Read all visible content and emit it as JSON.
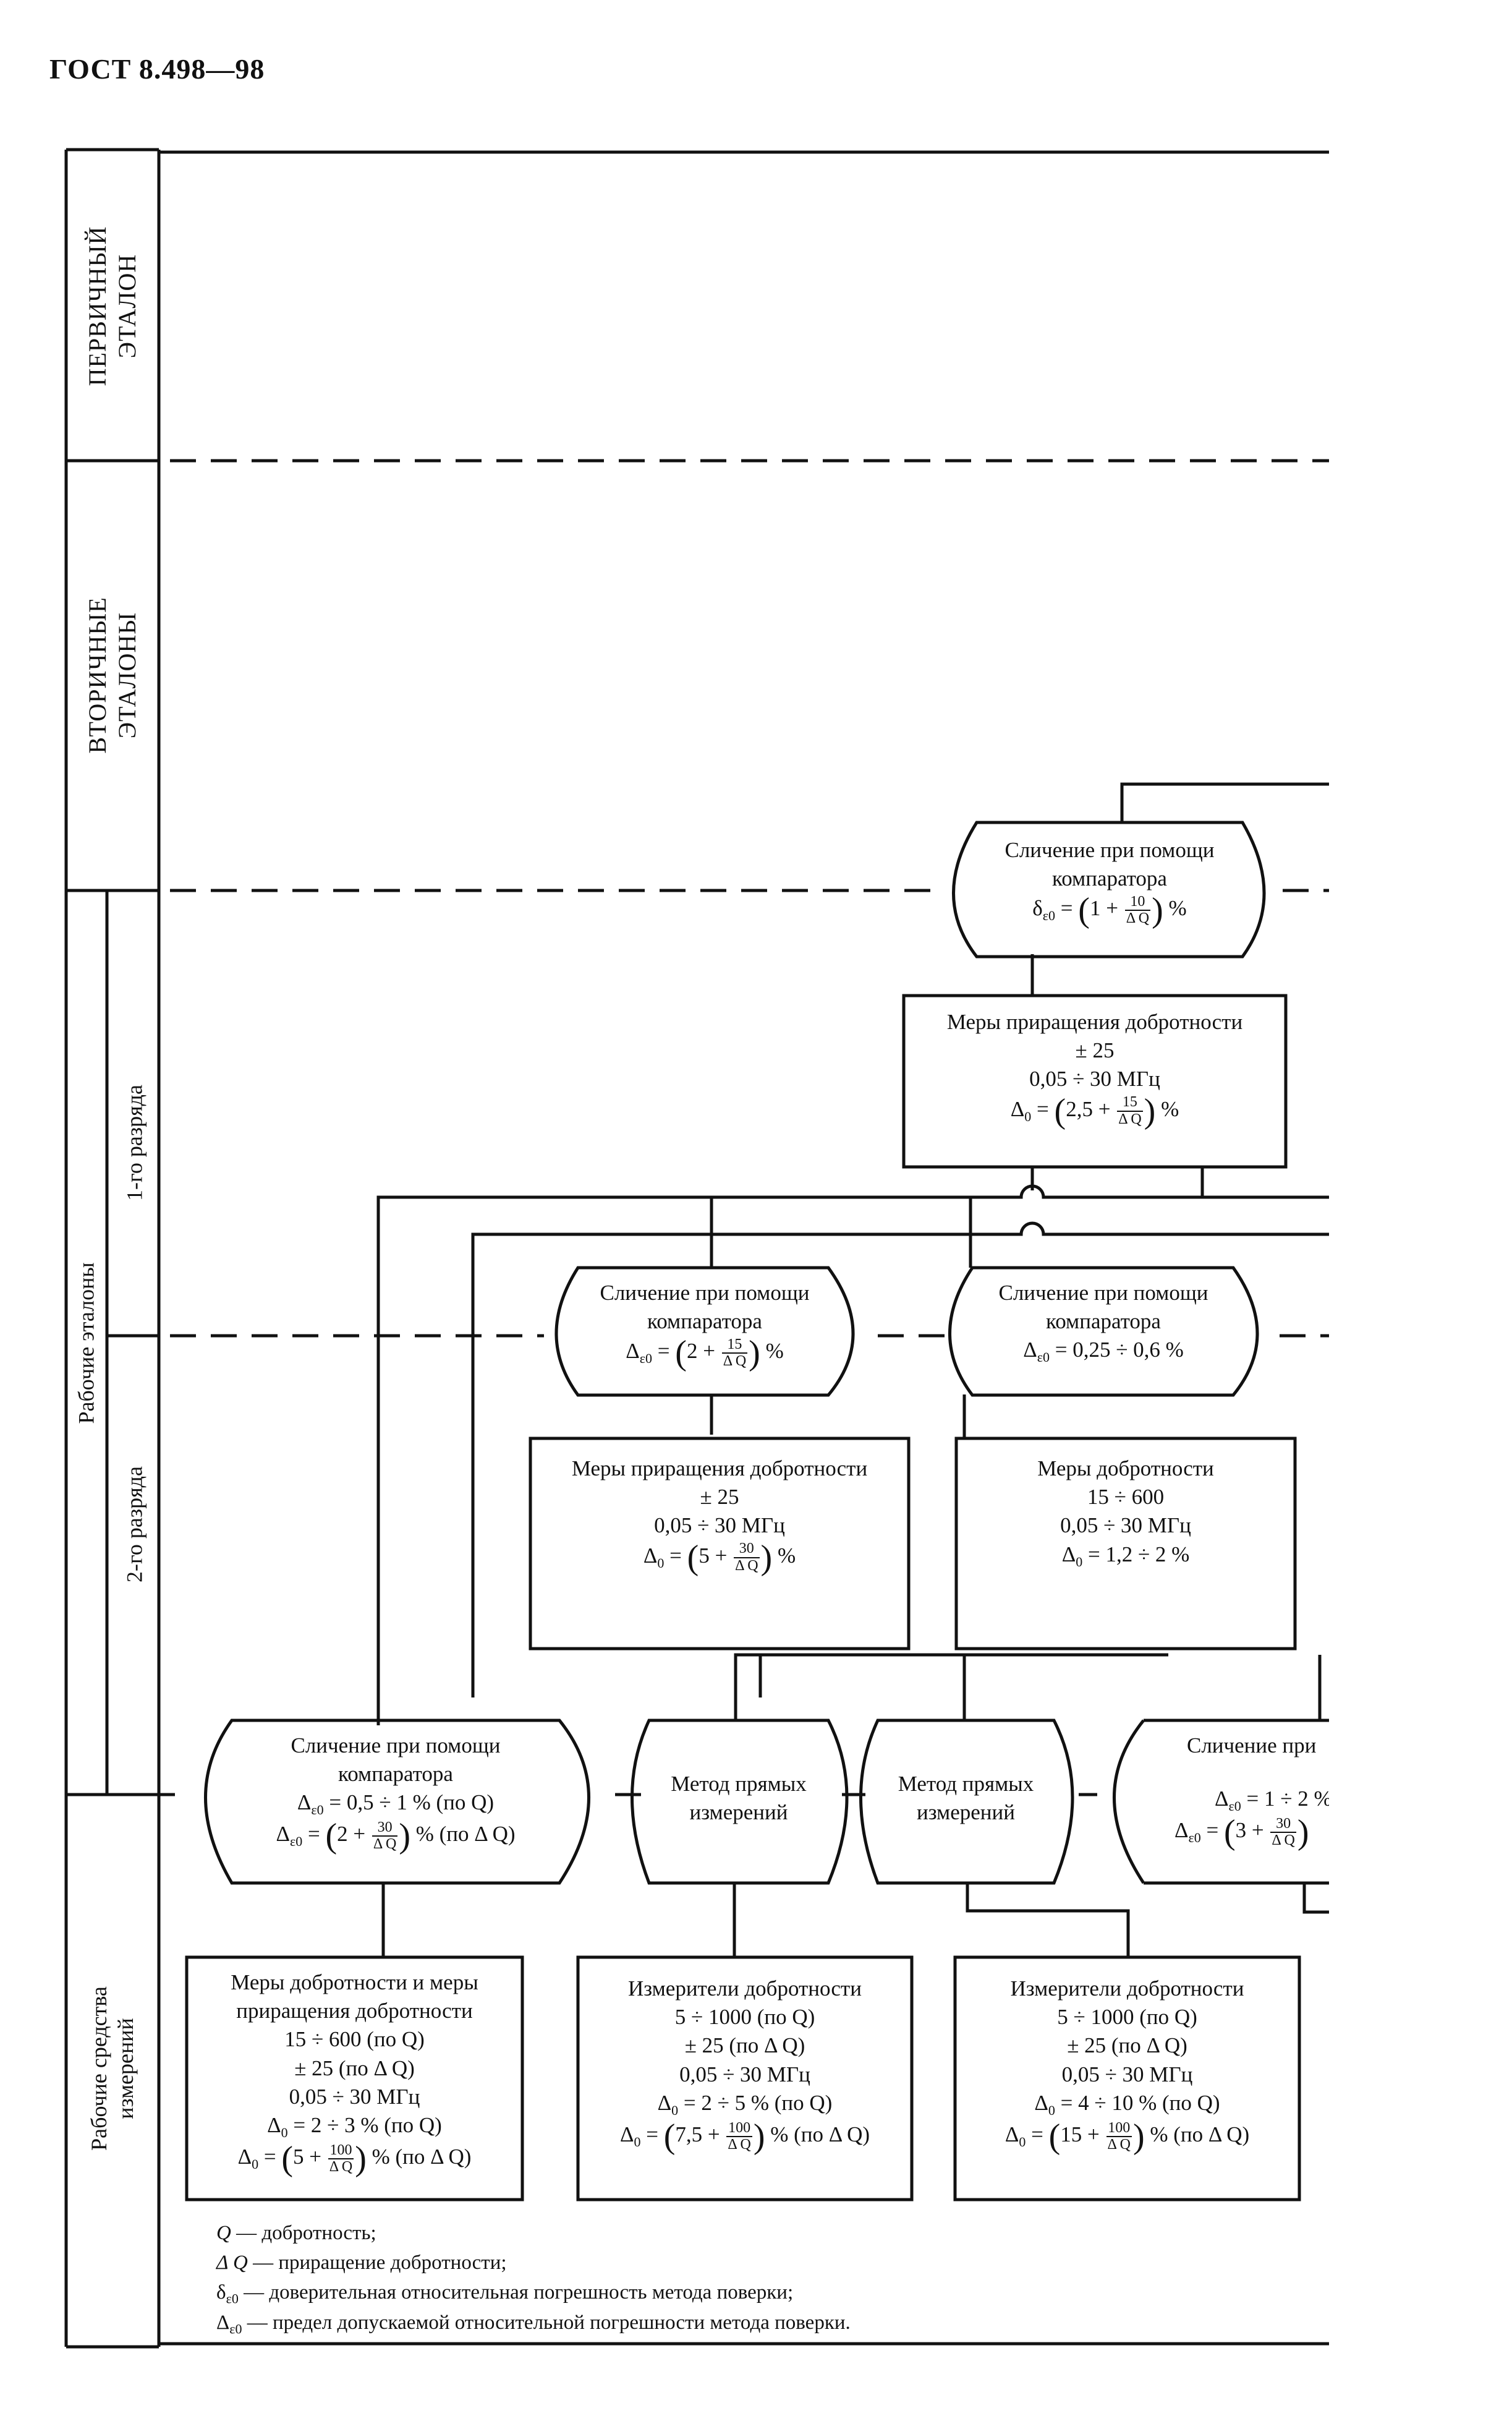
{
  "document": {
    "title": "ГОСТ 8.498—98"
  },
  "levels": {
    "primary": {
      "line1": "ПЕРВИЧНЫЙ",
      "line2": "ЭТАЛОН"
    },
    "secondary": {
      "line1": "ВТОРИЧНЫЕ",
      "line2": "ЭТАЛОНЫ"
    },
    "working_standards": {
      "label": "Рабочие эталоны",
      "rank1": "1-го разряда",
      "rank2": "2-го разряда"
    },
    "working_instruments": {
      "line1": "Рабочие средства",
      "line2": "измерений"
    }
  },
  "boxes": {
    "comp_top": {
      "line1": "Сличение при помощи",
      "line2": "компаратора",
      "formula_lead": "δ",
      "formula_sub": "ε",
      "formula_sub2": "0",
      "formula_pre": " = ",
      "formula_in": "1 + ",
      "num": "10",
      "den": "Δ Q",
      "unit": " %"
    },
    "meas_inc_1": {
      "line1": "Меры приращения добротности",
      "line2": "± 25",
      "line3": "0,05 ÷ 30 МГц",
      "formula_lead": "Δ",
      "formula_sub": "0",
      "formula_pre": " = ",
      "formula_in": "2,5 + ",
      "num": "15",
      "den": "Δ Q",
      "unit": " %"
    },
    "comp_a": {
      "line1": "Сличение при помощи",
      "line2": "компаратора",
      "formula_lead": "Δ",
      "formula_sub": "ε",
      "formula_sub2": "0",
      "formula_pre": " = ",
      "formula_in": "2 + ",
      "num": "15",
      "den": "Δ Q",
      "unit": " %"
    },
    "comp_b": {
      "line1": "Сличение при помощи",
      "line2": "компаратора",
      "formula_lead": "Δ",
      "formula_sub": "ε",
      "formula_sub2": "0",
      "formula_text": " = 0,25 ÷ 0,6 %"
    },
    "meas_inc_2": {
      "line1": "Меры приращения добротности",
      "line2": "± 25",
      "line3": "0,05 ÷ 30 МГц",
      "formula_lead": "Δ",
      "formula_sub": "0",
      "formula_pre": " = ",
      "formula_in": "5 + ",
      "num": "30",
      "den": "Δ Q",
      "unit": " %"
    },
    "meas_q_2": {
      "line1": "Меры добротности",
      "line2": "15 ÷ 600",
      "line3": "0,05 ÷ 30 МГц",
      "formula_lead": "Δ",
      "formula_sub": "0",
      "formula_text": " = 1,2 ÷ 2 %"
    },
    "comp_c": {
      "line1": "Сличение при помощи",
      "line2": "компаратора",
      "f1_lead": "Δ",
      "f1_sub": "ε",
      "f1_sub2": "0",
      "f1_text": " = 0,5 ÷ 1 % (по Q)",
      "f2_lead": "Δ",
      "f2_sub": "ε",
      "f2_sub2": "0",
      "f2_pre": " = ",
      "f2_in": "2 + ",
      "f2_num": "30",
      "f2_den": "Δ Q",
      "f2_unit": " % (по Δ Q)"
    },
    "direct_1": {
      "line1": "Метод прямых",
      "line2": "измерений"
    },
    "direct_2": {
      "line1": "Метод прямых",
      "line2": "измерений"
    },
    "comp_d": {
      "line1": "Сличение при",
      "f1_lead": "Δ",
      "f1_sub": "ε",
      "f1_sub2": "0",
      "f1_text": " = 1 ÷ 2 %",
      "f2_lead": "Δ",
      "f2_sub": "ε",
      "f2_sub2": "0",
      "f2_pre": " = ",
      "f2_in": "3 + ",
      "f2_num": "30",
      "f2_den": "Δ Q"
    },
    "final_1": {
      "line1": "Меры добротности и меры",
      "line2": "приращения добротности",
      "line3": "15 ÷ 600 (по Q)",
      "line4": "± 25 (по Δ Q)",
      "line5": "0,05 ÷ 30 МГц",
      "f1_lead": "Δ",
      "f1_sub": "0",
      "f1_text": " = 2 ÷ 3 % (по Q)",
      "f2_lead": "Δ",
      "f2_sub": "0",
      "f2_pre": " = ",
      "f2_in": "5 + ",
      "f2_num": "100",
      "f2_den": "Δ Q",
      "f2_unit": " % (по Δ Q)"
    },
    "final_2": {
      "line1": "Измерители добротности",
      "line2": "5 ÷ 1000 (по Q)",
      "line3": "± 25 (по Δ Q)",
      "line4": "0,05 ÷ 30 МГц",
      "f1_lead": "Δ",
      "f1_sub": "0",
      "f1_text": " = 2 ÷ 5 % (по Q)",
      "f2_lead": "Δ",
      "f2_sub": "0",
      "f2_pre": " = ",
      "f2_in": "7,5 + ",
      "f2_num": "100",
      "f2_den": "Δ Q",
      "f2_unit": " % (по Δ Q)"
    },
    "final_3": {
      "line1": "Измерители добротности",
      "line2": "5 ÷ 1000 (по Q)",
      "line3": "± 25 (по Δ Q)",
      "line4": "0,05 ÷ 30 МГц",
      "f1_lead": "Δ",
      "f1_sub": "0",
      "f1_text": " = 4 ÷ 10 % (по Q)",
      "f2_lead": "Δ",
      "f2_sub": "0",
      "f2_pre": " = ",
      "f2_in": "15 + ",
      "f2_num": "100",
      "f2_den": "Δ Q",
      "f2_unit": " % (по Δ Q)"
    }
  },
  "legend": [
    {
      "sym": "Q",
      "sub": "",
      "sub2": "",
      "text": " — добротность;"
    },
    {
      "sym": "Δ Q",
      "sub": "",
      "sub2": "",
      "text": " — приращение добротности;"
    },
    {
      "sym": "δ",
      "sub": "ε",
      "sub2": "0",
      "text": " — доверительная относительная погрешность метода поверки;"
    },
    {
      "sym": "Δ",
      "sub": "ε",
      "sub2": "0",
      "text": " — предел допускаемой относительной погрешности метода поверки."
    }
  ]
}
